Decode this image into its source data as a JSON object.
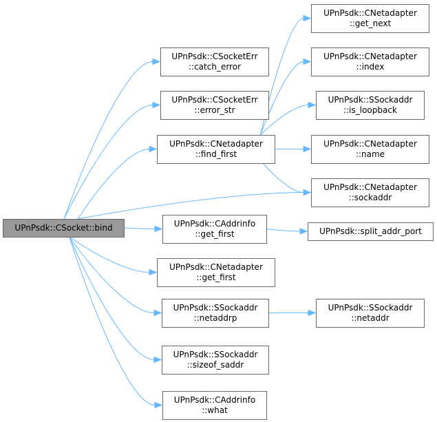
{
  "root": {
    "id": "root",
    "lines": [
      "UPnPsdk::CSocket::bind"
    ]
  },
  "nodes": [
    {
      "id": "catch_error",
      "lines": [
        "UPnPsdk::CSocketErr",
        "::catch_error"
      ]
    },
    {
      "id": "error_str",
      "lines": [
        "UPnPsdk::CSocketErr",
        "::error_str"
      ]
    },
    {
      "id": "find_first",
      "lines": [
        "UPnPsdk::CNetadapter",
        "::find_first"
      ]
    },
    {
      "id": "sockaddr",
      "lines": [
        "UPnPsdk::CNetadapter",
        "::sockaddr"
      ]
    },
    {
      "id": "ai_get_first",
      "lines": [
        "UPnPsdk::CAddrinfo",
        "::get_first"
      ]
    },
    {
      "id": "na_get_first",
      "lines": [
        "UPnPsdk::CNetadapter",
        "::get_first"
      ]
    },
    {
      "id": "netaddrp",
      "lines": [
        "UPnPsdk::SSockaddr",
        "::netaddrp"
      ]
    },
    {
      "id": "sizeof_saddr",
      "lines": [
        "UPnPsdk::SSockaddr",
        "::sizeof_saddr"
      ]
    },
    {
      "id": "what",
      "lines": [
        "UPnPsdk::CAddrinfo",
        "::what"
      ]
    },
    {
      "id": "get_next",
      "lines": [
        "UPnPsdk::CNetadapter",
        "::get_next"
      ]
    },
    {
      "id": "index",
      "lines": [
        "UPnPsdk::CNetadapter",
        "::index"
      ]
    },
    {
      "id": "is_loopback",
      "lines": [
        "UPnPsdk::SSockaddr",
        "::is_loopback"
      ]
    },
    {
      "id": "name",
      "lines": [
        "UPnPsdk::CNetadapter",
        "::name"
      ]
    },
    {
      "id": "split_addr_port",
      "lines": [
        "UPnPsdk::split_addr_port"
      ]
    },
    {
      "id": "netaddr",
      "lines": [
        "UPnPsdk::SSockaddr",
        "::netaddr"
      ]
    }
  ],
  "edges": [
    {
      "from": "root",
      "to": "catch_error"
    },
    {
      "from": "root",
      "to": "error_str"
    },
    {
      "from": "root",
      "to": "find_first"
    },
    {
      "from": "root",
      "to": "sockaddr"
    },
    {
      "from": "root",
      "to": "ai_get_first"
    },
    {
      "from": "root",
      "to": "na_get_first"
    },
    {
      "from": "root",
      "to": "netaddrp"
    },
    {
      "from": "root",
      "to": "sizeof_saddr"
    },
    {
      "from": "root",
      "to": "what"
    },
    {
      "from": "find_first",
      "to": "get_next"
    },
    {
      "from": "find_first",
      "to": "index"
    },
    {
      "from": "find_first",
      "to": "is_loopback"
    },
    {
      "from": "find_first",
      "to": "name"
    },
    {
      "from": "find_first",
      "to": "sockaddr"
    },
    {
      "from": "ai_get_first",
      "to": "split_addr_port"
    },
    {
      "from": "netaddrp",
      "to": "netaddr"
    }
  ],
  "colors": {
    "edge": "#63b8ff",
    "root_fill": "#999999",
    "node_border": "#666666"
  }
}
